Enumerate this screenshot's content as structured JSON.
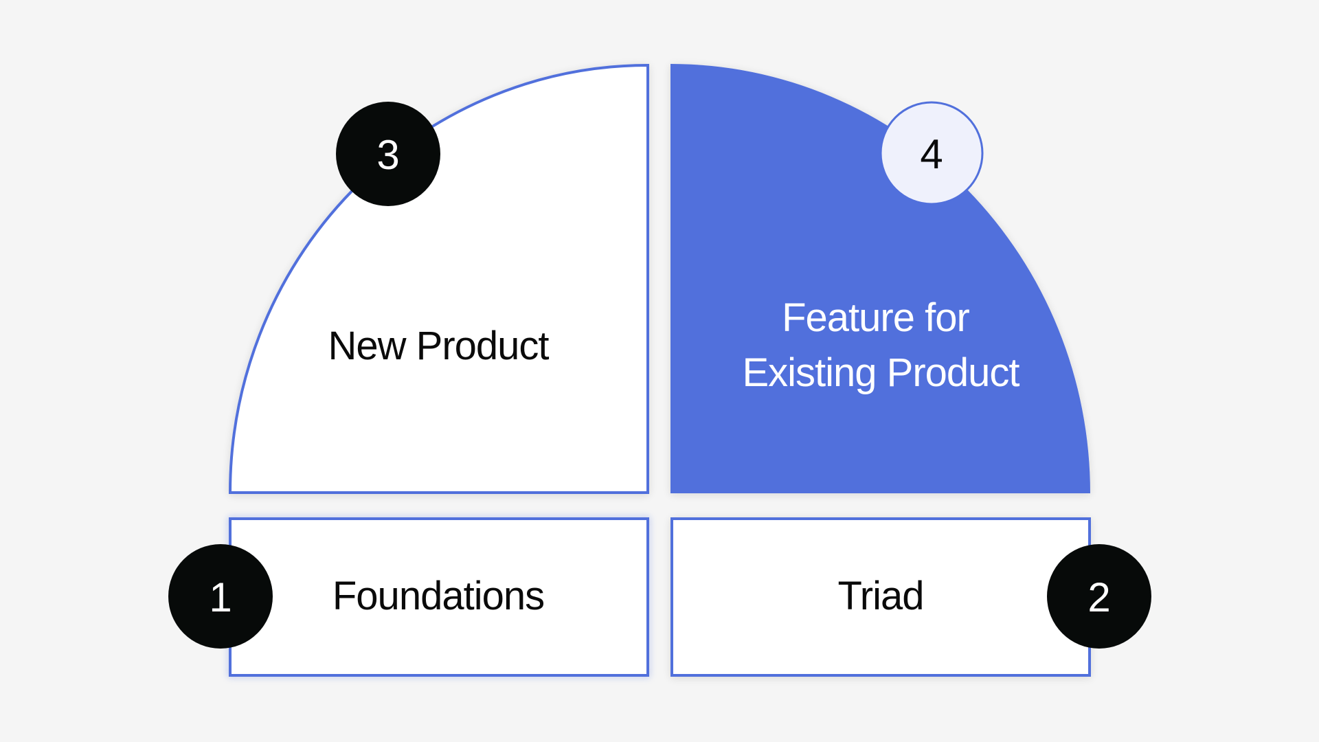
{
  "colors": {
    "background": "#f5f5f5",
    "accent": "#5170dc",
    "white": "#ffffff",
    "badge_dark": "#070a09",
    "badge_light": "#eff1fc",
    "text_dark": "#0a0a0a",
    "text_light": "#ffffff"
  },
  "quadrants": {
    "top_left": {
      "label": "New Product",
      "badge": "3"
    },
    "top_right": {
      "label_line1": "Feature for",
      "label_line2": "Existing Product",
      "badge": "4"
    },
    "bottom_left": {
      "label": "Foundations",
      "badge": "1"
    },
    "bottom_right": {
      "label": "Triad",
      "badge": "2"
    }
  }
}
